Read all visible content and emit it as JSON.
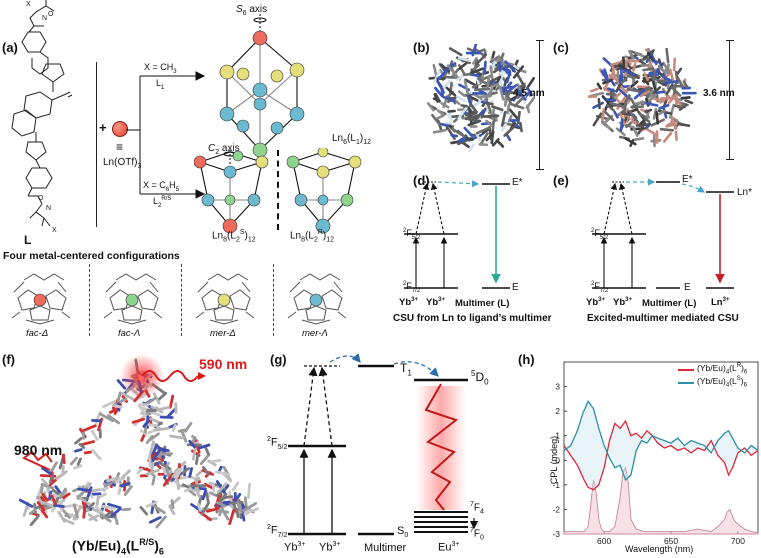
{
  "panels": {
    "a": "(a)",
    "b": "(b)",
    "c": "(c)",
    "d": "(d)",
    "e": "(e)",
    "f": "(f)",
    "g": "(g)",
    "h": "(h)"
  },
  "panel_a": {
    "reagent": "Ln(OTf)",
    "reagent_sub": "3",
    "ligand_label": "L",
    "branch_top_cond": "X = CH",
    "branch_top_cond_sub": "3",
    "branch_top_ligand": "L",
    "branch_top_ligand_sub": "1",
    "branch_bottom_cond": "X = C",
    "branch_bottom_cond_sub1": "6",
    "branch_bottom_cond_mid": "H",
    "branch_bottom_cond_sub2": "5",
    "branch_bottom_ligand": "L",
    "branch_bottom_ligand_sub": "2",
    "branch_bottom_ligand_sup": "R/S",
    "s6_axis": "axis",
    "s6_symbol": "S",
    "s6_sub": "6",
    "c2_axis": "axis",
    "c2_symbol": "C",
    "c2_sub": "2",
    "cage_top": "Ln",
    "cage_top_sub": "6",
    "cage_top_lig": "(L",
    "cage_top_lig_sub": "1",
    "cage_top_end": ")",
    "cage_top_end_sub": "12",
    "cage_left": "Ln",
    "cage_left_sub": "8",
    "cage_left_lig": "(L",
    "cage_left_lig_sub": "2",
    "cage_left_lig_sup": "S",
    "cage_left_end": ")",
    "cage_left_end_sub": "12",
    "cage_right": "Ln",
    "cage_right_sub": "8",
    "cage_right_lig": "(L",
    "cage_right_lig_sub": "2",
    "cage_right_lig_sup": "R",
    "cage_right_end": ")",
    "cage_right_end_sub": "12",
    "four_configs_title": "Four metal-centered configurations",
    "configs": [
      "fac-Δ",
      "fac-Λ",
      "mer-Δ",
      "mer-Λ"
    ],
    "x_mark": "X"
  },
  "panel_b": {
    "size": "4.5 nm"
  },
  "panel_c": {
    "size": "3.6 nm"
  },
  "panel_d": {
    "levels": {
      "f52": "F",
      "f52_sup": "2",
      "f52_sub": "5/2",
      "f72": "F",
      "f72_sup": "2",
      "f72_sub": "7/2",
      "estar": "E*",
      "e": "E"
    },
    "bottom_labels": [
      "Yb",
      "Yb",
      "Multimer (L)"
    ],
    "ion_sup": "3+",
    "caption": "CSU from Ln to ligand’s multimer"
  },
  "panel_e": {
    "levels": {
      "f52": "F",
      "f52_sup": "2",
      "f52_sub": "5/2",
      "f72": "F",
      "f72_sup": "2",
      "f72_sub": "7/2",
      "estar": "E*",
      "e": "E",
      "ln_star": "Ln*"
    },
    "bottom_labels": [
      "Yb",
      "Yb",
      "Multimer (L)",
      "Ln"
    ],
    "ion_sup": "3+",
    "caption": "Excited-multimer mediated CSU"
  },
  "panel_f": {
    "emission": "590 nm",
    "excitation": "980 nm",
    "formula": "(Yb/Eu)",
    "formula_sub": "4",
    "formula_lig": "(L",
    "formula_lig_sup": "R/S",
    "formula_end": ")",
    "formula_end_sub": "6"
  },
  "panel_g": {
    "t1": "T",
    "t1_sub": "1",
    "d0": "D",
    "d0_sup": "5",
    "d0_sub": "0",
    "f52": "F",
    "f52_sup": "2",
    "f52_sub": "5/2",
    "f72": "F",
    "f72_sup": "2",
    "f72_sub": "7/2",
    "s0": "S",
    "s0_sub": "0",
    "f4": "F",
    "f4_sup": "7",
    "f4_sub": "4",
    "f0": "F",
    "f0_sup": "7",
    "f0_sub": "0",
    "bottom_labels": [
      "Yb",
      "Yb",
      "Multimer",
      "Eu"
    ],
    "ion_sup": "3+"
  },
  "chart_data": {
    "type": "line",
    "xlabel": "Wavelength (nm)",
    "ylabel": "CPL (mdeg)",
    "xlim": [
      570,
      715
    ],
    "ylim": [
      -3,
      4
    ],
    "x_ticks": [
      600,
      650,
      700
    ],
    "y_ticks": [
      -3,
      -2,
      -1,
      0,
      1,
      2,
      3
    ],
    "grid": false,
    "legend_position": "top-right",
    "colors": {
      "R": "#e0283a",
      "S": "#2e8fa6",
      "PL": "#c8889c"
    },
    "series": [
      {
        "name": "(Yb/Eu)4(LR)6",
        "legend_main": "(Yb/Eu)",
        "legend_sub1": "4",
        "legend_lig": "(L",
        "legend_sup": "R",
        "legend_end": ")",
        "legend_sub2": "6",
        "x": [
          570,
          575,
          580,
          585,
          588,
          592,
          596,
          600,
          604,
          608,
          612,
          616,
          620,
          624,
          628,
          632,
          636,
          640,
          645,
          650,
          655,
          660,
          665,
          670,
          675,
          680,
          685,
          690,
          693,
          696,
          700,
          705,
          710,
          715
        ],
        "values": [
          0.6,
          0.2,
          -0.2,
          -0.8,
          -1.1,
          -1.2,
          -1.0,
          -0.3,
          0.8,
          1.5,
          1.3,
          1.6,
          1.0,
          1.1,
          0.9,
          1.2,
          1.0,
          0.7,
          0.5,
          0.6,
          0.4,
          0.5,
          0.3,
          0.5,
          0.4,
          0.8,
          0.2,
          -0.1,
          -0.6,
          -0.3,
          0.3,
          0.5,
          0.2,
          0.4
        ]
      },
      {
        "name": "(Yb/Eu)4(LS)6",
        "legend_main": "(Yb/Eu)",
        "legend_sub1": "4",
        "legend_lig": "(L",
        "legend_sup": "S",
        "legend_end": ")",
        "legend_sub2": "6",
        "x": [
          570,
          575,
          580,
          584,
          588,
          592,
          596,
          600,
          604,
          608,
          612,
          616,
          620,
          624,
          628,
          632,
          636,
          640,
          645,
          650,
          655,
          660,
          665,
          670,
          675,
          680,
          685,
          690,
          693,
          696,
          700,
          705,
          710,
          715
        ],
        "values": [
          0.4,
          0.6,
          1.2,
          1.9,
          2.4,
          2.1,
          1.3,
          0.6,
          0.1,
          -0.3,
          -0.2,
          -0.8,
          -0.6,
          0.4,
          0.8,
          0.7,
          1.0,
          0.9,
          0.8,
          0.7,
          0.9,
          0.6,
          0.8,
          0.7,
          0.6,
          0.3,
          0.8,
          1.1,
          1.2,
          0.9,
          0.5,
          0.3,
          0.6,
          0.4
        ]
      },
      {
        "name": "PL",
        "x": [
          570,
          580,
          585,
          588,
          590,
          592,
          594,
          596,
          598,
          600,
          604,
          608,
          612,
          614,
          616,
          618,
          620,
          624,
          630,
          640,
          650,
          660,
          670,
          680,
          685,
          690,
          692,
          694,
          696,
          698,
          700,
          705,
          710,
          715
        ],
        "values": [
          -2.9,
          -2.9,
          -2.9,
          -2.7,
          -1.8,
          -0.8,
          -1.3,
          -2.4,
          -2.8,
          -2.9,
          -2.9,
          -2.7,
          -1.5,
          -0.5,
          -0.3,
          -0.9,
          -2.4,
          -2.8,
          -2.9,
          -2.9,
          -2.9,
          -2.9,
          -2.8,
          -2.9,
          -2.7,
          -2.4,
          -2.1,
          -2.0,
          -2.3,
          -2.5,
          -2.6,
          -2.8,
          -2.9,
          -2.95
        ]
      }
    ]
  }
}
